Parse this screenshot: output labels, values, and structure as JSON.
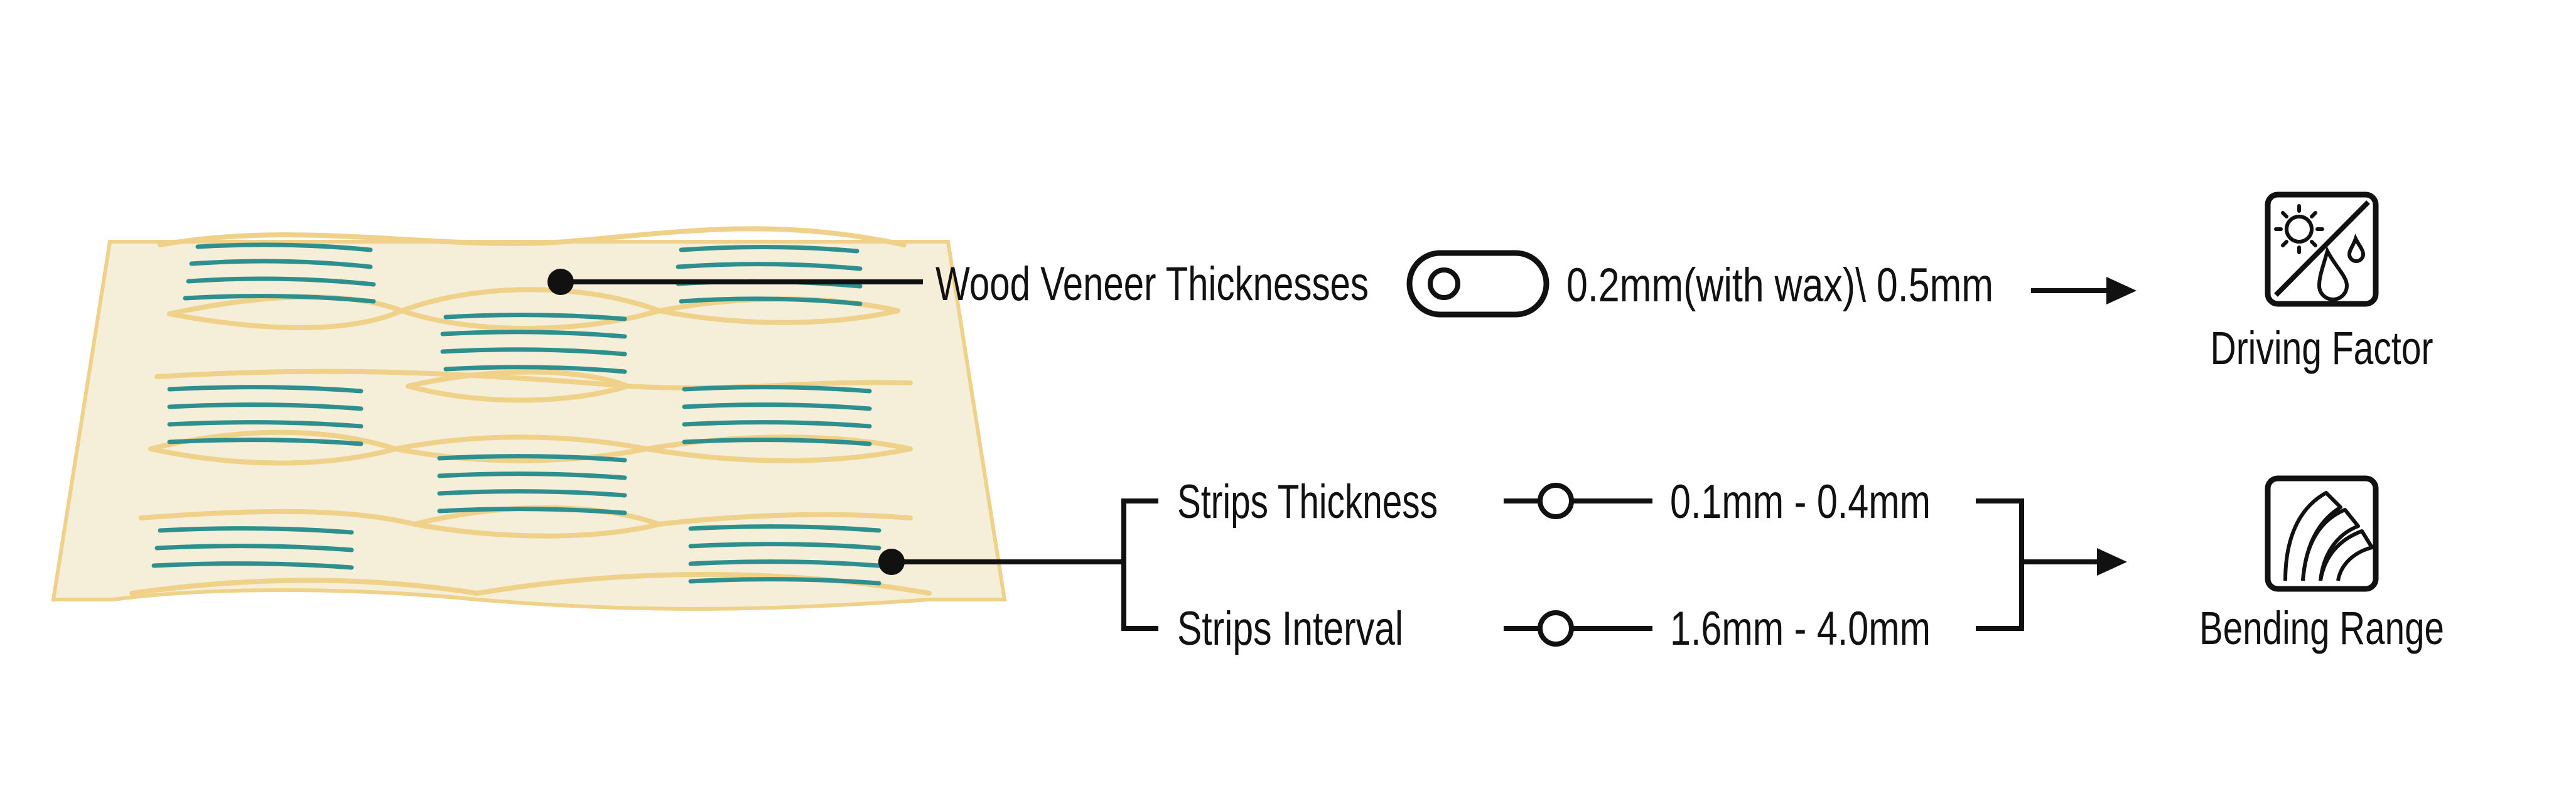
{
  "labels": {
    "wood_veneer": "Wood Veneer Thicknesses",
    "veneer_values": "0.2mm(with wax)\\ 0.5mm",
    "driving_factor": "Driving Factor",
    "strips_thickness": "Strips Thickness",
    "strips_thickness_values": "0.1mm - 0.4mm",
    "strips_interval": "Strips Interval",
    "strips_interval_values": "1.6mm - 4.0mm",
    "bending_range": "Bending Range"
  },
  "colors": {
    "veneer_fill": "#f5eed8",
    "veneer_stroke": "#efd189",
    "strip": "#2e8f8f",
    "ink": "#111111"
  },
  "icons": {
    "veneer_toggle": "toggle-icon",
    "driving_factor": "sun-water-icon",
    "bending_range": "curved-layers-icon"
  }
}
